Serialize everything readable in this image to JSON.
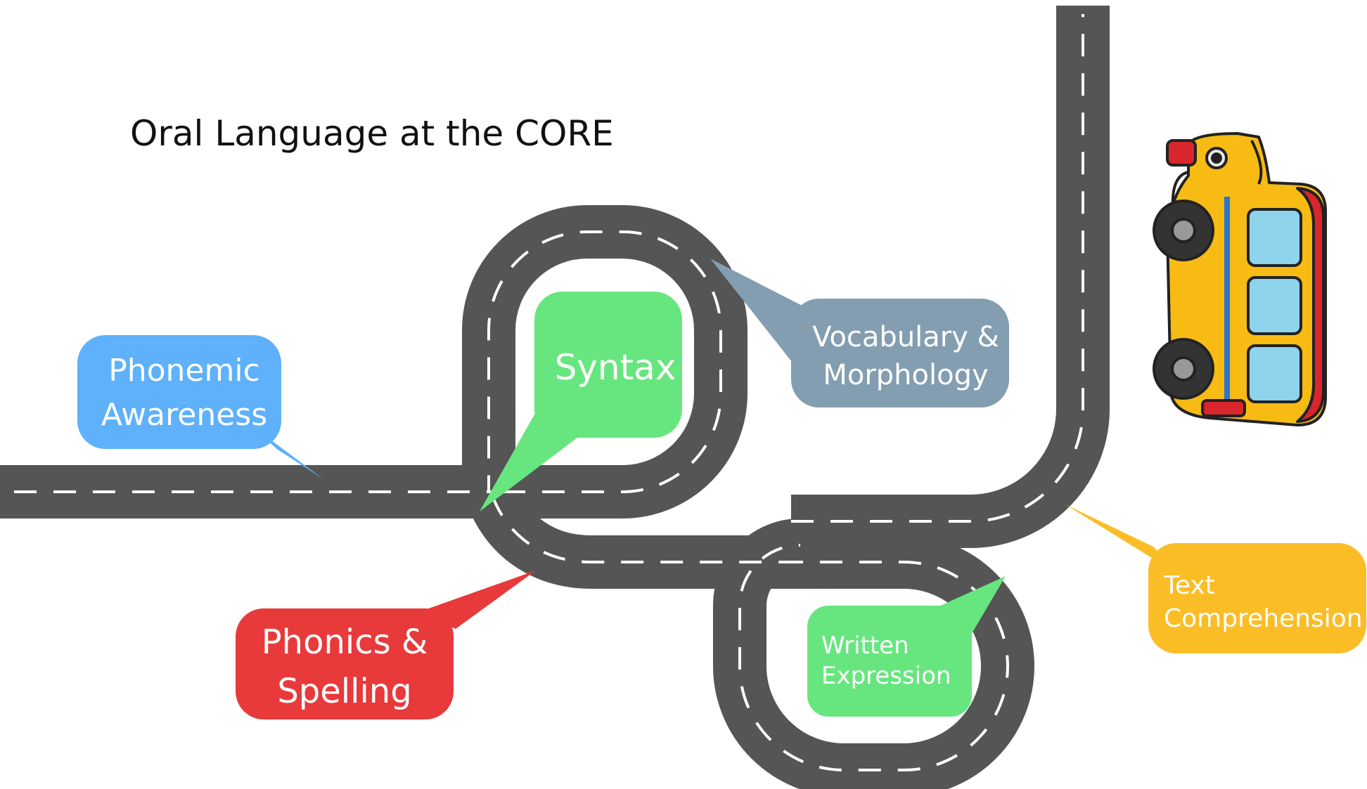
{
  "title": "Oral Language at the CORE",
  "callouts": {
    "phonemic": {
      "lines": [
        "Phonemic",
        "Awareness"
      ],
      "color": "#5eb1fa"
    },
    "syntax": {
      "lines": [
        "Syntax"
      ],
      "color": "#67e67f"
    },
    "vocabulary": {
      "lines": [
        "Vocabulary &",
        "Morphology"
      ],
      "color": "#839eb1"
    },
    "phonics": {
      "lines": [
        "Phonics &",
        "Spelling"
      ],
      "color": "#e8393b"
    },
    "written": {
      "lines": [
        "Written",
        "Expression"
      ],
      "color": "#67e67f"
    },
    "text": {
      "lines": [
        "Text",
        "Comprehension"
      ],
      "color": "#fbbd26"
    }
  },
  "colors": {
    "road": "#555555",
    "road_dash": "#ffffff",
    "text_on_callout": "#ffffff",
    "title_text": "#111111",
    "bus_body": "#f7bb14",
    "bus_window": "#8fd3ec",
    "bus_trim": "#d9262c"
  },
  "icons": [
    "school-bus-icon"
  ]
}
